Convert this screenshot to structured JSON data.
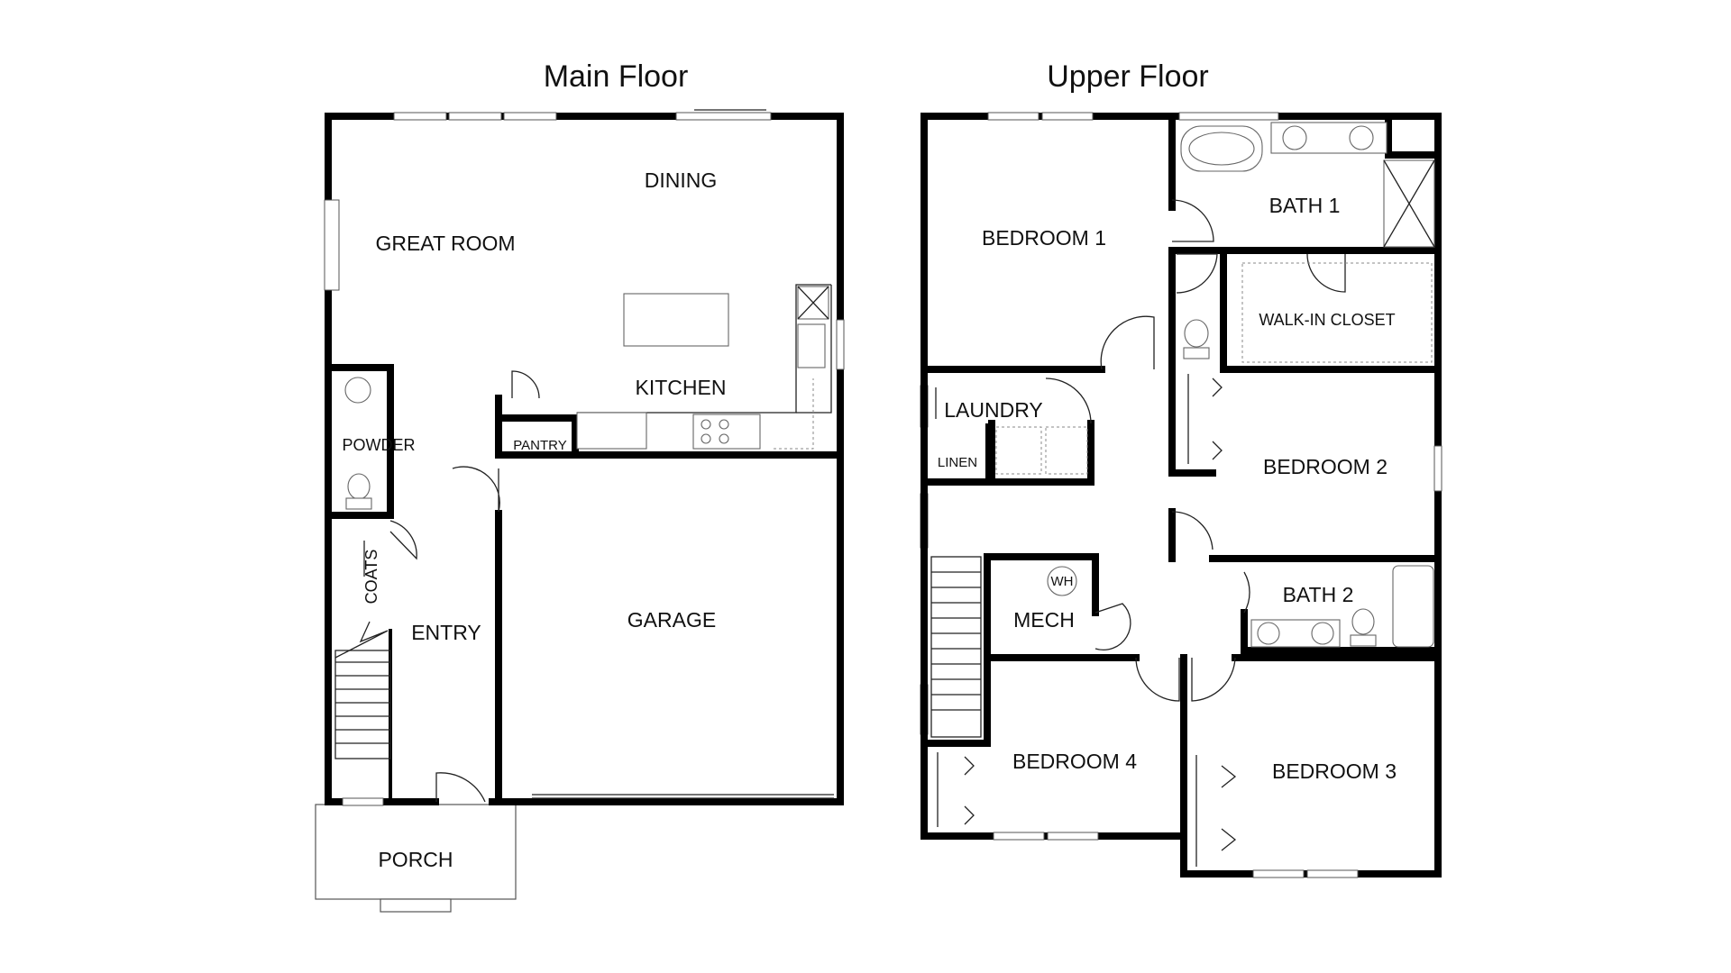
{
  "floors": {
    "main": {
      "title": "Main Floor",
      "rooms": {
        "great_room": "GREAT ROOM",
        "dining": "DINING",
        "kitchen": "KITCHEN",
        "pantry": "PANTRY",
        "powder": "POWDER",
        "coats": "COATS",
        "entry": "ENTRY",
        "garage": "GARAGE",
        "porch": "PORCH"
      }
    },
    "upper": {
      "title": "Upper Floor",
      "rooms": {
        "bedroom1": "BEDROOM 1",
        "bath1": "BATH 1",
        "walkin_closet": "WALK-IN CLOSET",
        "laundry": "LAUNDRY",
        "linen": "LINEN",
        "bedroom2": "BEDROOM 2",
        "mech": "MECH",
        "water_heater": "WH",
        "bath2": "BATH 2",
        "bedroom4": "BEDROOM 4",
        "bedroom3": "BEDROOM 3"
      }
    }
  },
  "colors": {
    "wall": "#000000",
    "background": "#ffffff",
    "fixture": "#666666"
  }
}
